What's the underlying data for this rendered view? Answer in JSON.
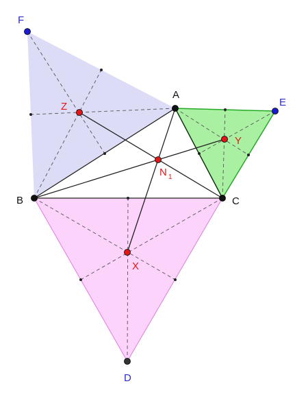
{
  "colors": {
    "fill_triangle_bfa": "#dcdcf7",
    "fill_triangle_bdc": "#fbd3fb",
    "fill_triangle_aec": "#a9f0a3",
    "edge_bdc": "#e07be0",
    "edge_aec": "#22aa22",
    "solid_line": "#222222",
    "dashed_line": "#555555",
    "point_black": "#111111",
    "point_blue": "#1a1ad0",
    "point_red": "#e01818",
    "label_black": "#111111",
    "label_blue": "#2a2ad0",
    "label_red": "#e01818"
  },
  "points": {
    "A": {
      "label": "A"
    },
    "B": {
      "label": "B"
    },
    "C": {
      "label": "C"
    },
    "D": {
      "label": "D"
    },
    "E": {
      "label": "E"
    },
    "F": {
      "label": "F"
    },
    "X": {
      "label": "X"
    },
    "Y": {
      "label": "Y"
    },
    "Z": {
      "label": "Z"
    },
    "N1": {
      "label": "N",
      "subscript": "1"
    }
  }
}
